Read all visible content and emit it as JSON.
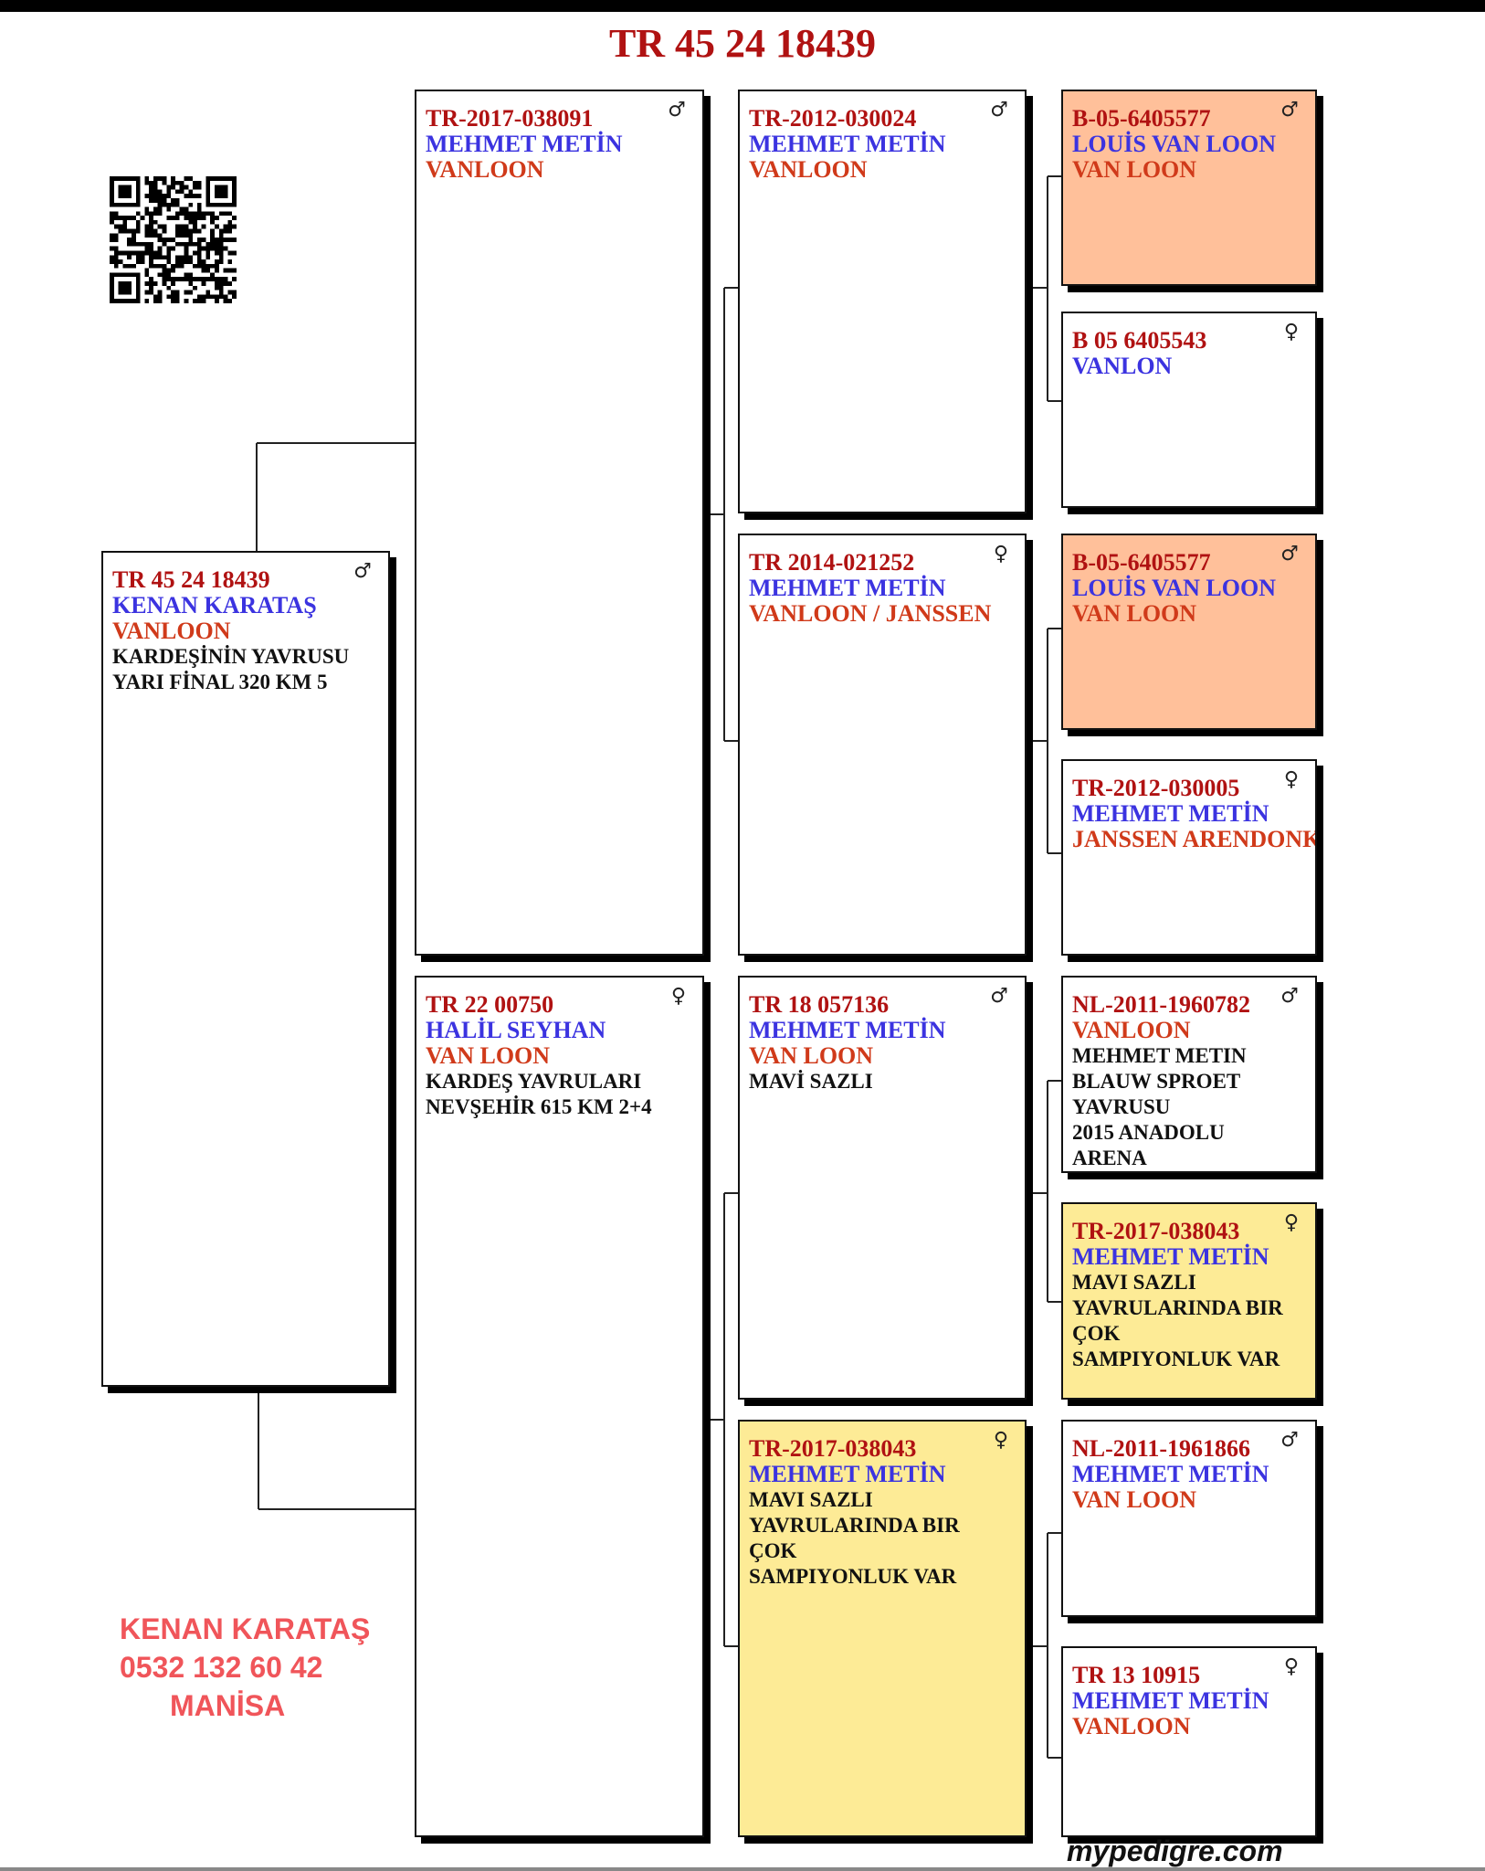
{
  "title": "TR 45 24 18439",
  "contact": {
    "name": "KENAN KARATAŞ",
    "phone": "0532 132 60 42",
    "city": "MANİSA"
  },
  "brand": "mypedigre.com",
  "colors": {
    "id": "#b01212",
    "name": "#3b33e0",
    "strain": "#d03a1a",
    "peach": "#ffc09a",
    "yellow": "#fdeb96"
  },
  "pigeons": [
    {
      "sex": "♂",
      "bg": "#ffffff",
      "lines": [
        [
          "id",
          "TR 45 24 18439"
        ],
        [
          "name",
          "KENAN KARATAŞ"
        ],
        [
          "strain",
          "VANLOON"
        ],
        [
          "notes",
          "KARDEŞİNİN YAVRUSU"
        ],
        [
          "notes",
          "YARI FİNAL 320 KM 5"
        ]
      ]
    },
    {
      "sex": "♂",
      "bg": "#ffffff",
      "lines": [
        [
          "id",
          "TR-2017-038091"
        ],
        [
          "name",
          "MEHMET METİN"
        ],
        [
          "strain",
          "VANLOON"
        ]
      ]
    },
    {
      "sex": "♀",
      "bg": "#ffffff",
      "lines": [
        [
          "id",
          "TR 22 00750"
        ],
        [
          "name",
          "HALİL SEYHAN"
        ],
        [
          "strain",
          "VAN LOON"
        ],
        [
          "notes",
          "KARDEŞ YAVRULARI"
        ],
        [
          "notes",
          "NEVŞEHİR 615 KM 2+4"
        ]
      ]
    },
    {
      "sex": "♂",
      "bg": "#ffffff",
      "lines": [
        [
          "id",
          "TR-2012-030024"
        ],
        [
          "name",
          "MEHMET METİN"
        ],
        [
          "strain",
          "VANLOON"
        ]
      ]
    },
    {
      "sex": "♀",
      "bg": "#ffffff",
      "lines": [
        [
          "id",
          "TR 2014-021252"
        ],
        [
          "name",
          "MEHMET METİN"
        ],
        [
          "strain",
          "VANLOON / JANSSEN"
        ]
      ]
    },
    {
      "sex": "♂",
      "bg": "#ffffff",
      "lines": [
        [
          "id",
          "TR 18 057136"
        ],
        [
          "name",
          "MEHMET METİN"
        ],
        [
          "strain",
          "VAN LOON"
        ],
        [
          "notes",
          "MAVİ SAZLI"
        ]
      ]
    },
    {
      "sex": "♀",
      "bg": "#fdeb96",
      "lines": [
        [
          "id",
          "TR-2017-038043"
        ],
        [
          "name",
          "MEHMET METİN"
        ],
        [
          "notes",
          "MAVI SAZLI"
        ],
        [
          "notes",
          "YAVRULARINDA BIR"
        ],
        [
          "notes",
          "ÇOK"
        ],
        [
          "notes",
          "SAMPIYONLUK VAR"
        ]
      ]
    },
    {
      "sex": "♂",
      "bg": "#ffc09a",
      "lines": [
        [
          "id",
          "B-05-6405577"
        ],
        [
          "name",
          "LOUİS VAN LOON"
        ],
        [
          "strain",
          "VAN LOON"
        ]
      ]
    },
    {
      "sex": "♀",
      "bg": "#ffffff",
      "lines": [
        [
          "id",
          "B 05 6405543"
        ],
        [
          "name",
          "VANLON"
        ]
      ]
    },
    {
      "sex": "♂",
      "bg": "#ffc09a",
      "lines": [
        [
          "id",
          "B-05-6405577"
        ],
        [
          "name",
          "LOUİS VAN LOON"
        ],
        [
          "strain",
          "VAN LOON"
        ]
      ]
    },
    {
      "sex": "♀",
      "bg": "#ffffff",
      "lines": [
        [
          "id",
          "TR-2012-030005"
        ],
        [
          "name",
          "MEHMET METİN"
        ],
        [
          "strain",
          "JANSSEN ARENDONK"
        ]
      ]
    },
    {
      "sex": "♂",
      "bg": "#ffffff",
      "lines": [
        [
          "id",
          "NL-2011-1960782"
        ],
        [
          "strain",
          "VANLOON"
        ],
        [
          "notes",
          "MEHMET METIN"
        ],
        [
          "notes",
          "BLAUW SPROET"
        ],
        [
          "notes",
          "YAVRUSU"
        ],
        [
          "notes",
          "2015 ANADOLU"
        ],
        [
          "notes",
          "ARENA"
        ]
      ]
    },
    {
      "sex": "♀",
      "bg": "#fdeb96",
      "lines": [
        [
          "id",
          "TR-2017-038043"
        ],
        [
          "name",
          "MEHMET METİN"
        ],
        [
          "notes",
          "MAVI SAZLI"
        ],
        [
          "notes",
          "YAVRULARINDA BIR"
        ],
        [
          "notes",
          "ÇOK"
        ],
        [
          "notes",
          "SAMPIYONLUK VAR"
        ]
      ]
    },
    {
      "sex": "♂",
      "bg": "#ffffff",
      "lines": [
        [
          "id",
          "NL-2011-1961866"
        ],
        [
          "name",
          "MEHMET METİN"
        ],
        [
          "strain",
          "VAN LOON"
        ]
      ]
    },
    {
      "sex": "♀",
      "bg": "#ffffff",
      "lines": [
        [
          "id",
          "TR 13 10915"
        ],
        [
          "name",
          "MEHMET METİN"
        ],
        [
          "strain",
          "VANLOON"
        ]
      ]
    }
  ]
}
